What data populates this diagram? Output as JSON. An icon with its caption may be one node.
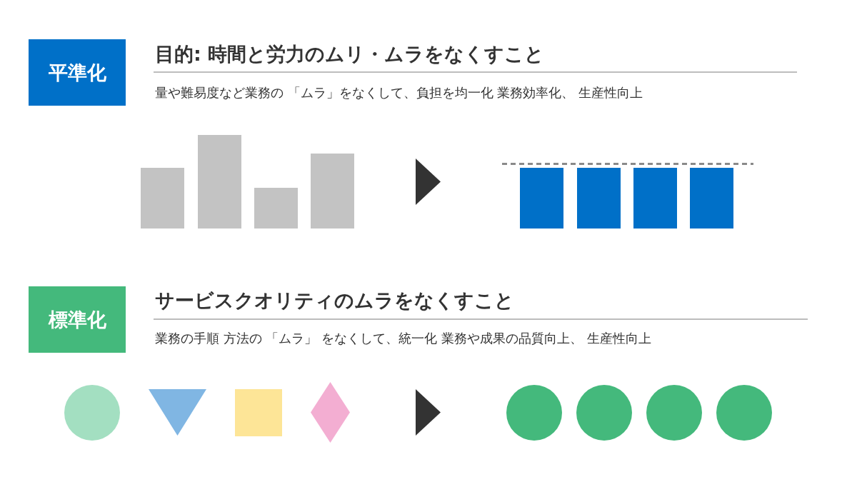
{
  "diagram": {
    "nodes": [
      {
        "text": [
          "平準化"
        ]
      },
      {
        "text": [
          "標準化"
        ]
      }
    ],
    "labels": [
      "目的: 時間と労力のムリ・ムラをなくすこと",
      "量や難易度など業務の 「ムラ」をなくして、負担を均一化 業務効率化、 生産性向上",
      "サービスクオリティのムラをなくすこと",
      "業務の手順 方法の 「ムラ」 をなくして、統一化 業務や成果の品質向上、 生産性向上"
    ]
  }
}
